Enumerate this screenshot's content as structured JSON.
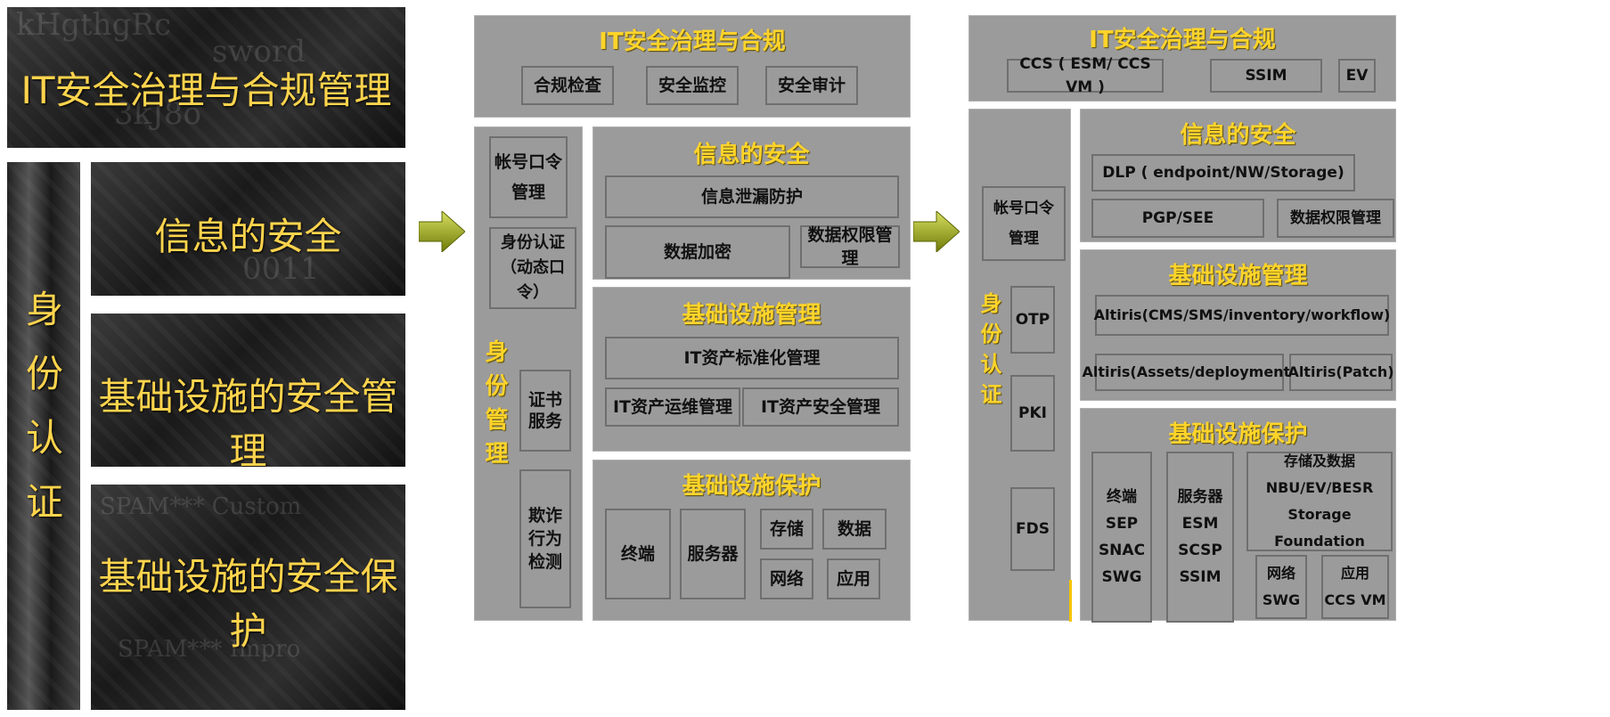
{
  "left": {
    "top_title": "IT安全治理与合规管理",
    "vertical_title": "身份认证",
    "titles": [
      "信息的安全",
      "基础设施的安全管理",
      "基础设施的安全保护"
    ],
    "bg_text": [
      "kHgthgRc",
      "sword",
      "3kJ8o",
      "0011",
      "SPAM*** Custom",
      "SPAM*** Impro"
    ]
  },
  "middle": {
    "governance": {
      "title": "IT安全治理与合规",
      "items": [
        "合规检查",
        "安全监控",
        "安全审计"
      ]
    },
    "identity": {
      "title": "身份管理",
      "account": "帐号口令\n管理",
      "auth": "身份认证\n（动态口令）",
      "cert": "证书\n服务",
      "fraud": "欺诈\n行为\n检测"
    },
    "info": {
      "title": "信息的安全",
      "dlp": "信息泄漏防护",
      "encrypt": "数据加密",
      "rights": "数据权限管理"
    },
    "infra_mgmt": {
      "title": "基础设施管理",
      "std": "IT资产标准化管理",
      "ops": "IT资产运维管理",
      "sec": "IT资产安全管理"
    },
    "infra_prot": {
      "title": "基础设施保护",
      "endpoint": "终端",
      "server": "服务器",
      "storage": "存储",
      "data": "数据",
      "network": "网络",
      "app": "应用"
    }
  },
  "right": {
    "governance": {
      "title": "IT安全治理与合规",
      "items": [
        "CCS ( ESM/ CCS VM )",
        "SSIM",
        "EV"
      ]
    },
    "identity": {
      "title": "身份认证",
      "account": "帐号口令\n管理",
      "otp": "OTP",
      "pki": "PKI",
      "fds": "FDS"
    },
    "info": {
      "title": "信息的安全",
      "dlp": "DLP ( endpoint/NW/Storage)",
      "pgp": "PGP/SEE",
      "rights": "数据权限管理"
    },
    "infra_mgmt": {
      "title": "基础设施管理",
      "altiris1": "Altiris(CMS/SMS/inventory/workflow)",
      "altiris2": "Altiris(Assets/deployment)",
      "altiris3": "Altiris(Patch)"
    },
    "infra_prot": {
      "title": "基础设施保护",
      "endpoint": "终端\nSEP\nSNAC\nSWG",
      "server": "服务器\nESM\nSCSP\nSSIM",
      "storage": "存储及数据\nNBU/EV/BESR\nStorage Foundation",
      "network": "网络\nSWG",
      "app": "应用\nCCS VM"
    }
  },
  "colors": {
    "panel": "#9b9b9b",
    "title_yellow": "#ffd42a",
    "arrow": "#8a9a10"
  }
}
